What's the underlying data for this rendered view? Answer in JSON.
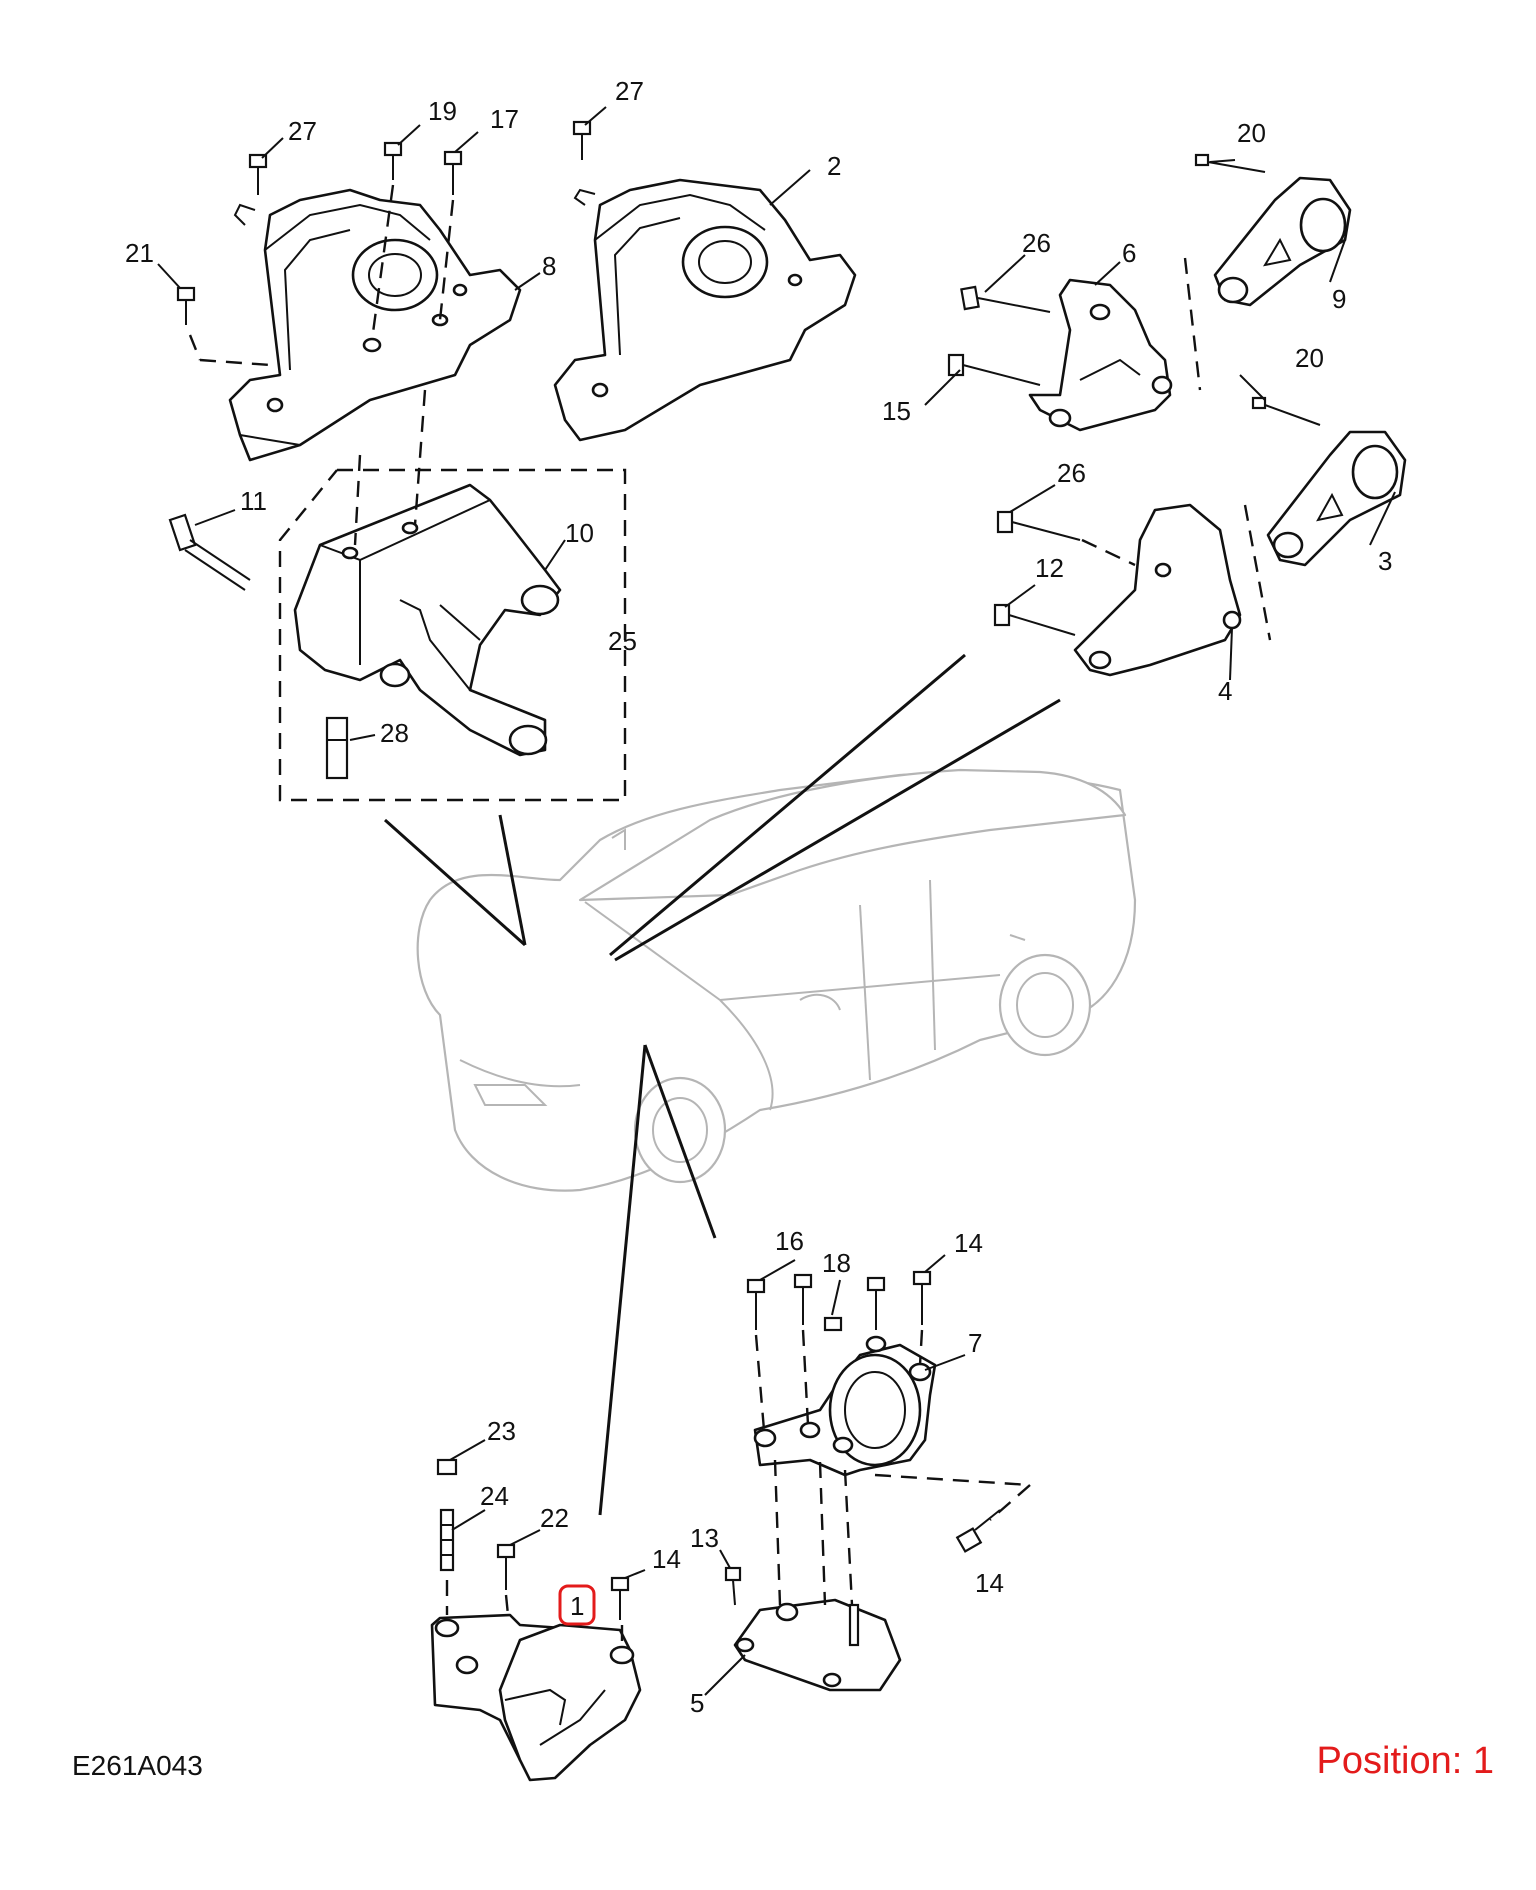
{
  "drawing": {
    "code": "E261A043",
    "position_label": "Position: 1",
    "highlight_color": "#e31b1b"
  },
  "callouts": [
    "1",
    "2",
    "3",
    "4",
    "5",
    "6",
    "7",
    "8",
    "9",
    "10",
    "11",
    "12",
    "13",
    "14",
    "14",
    "14",
    "14",
    "15",
    "16",
    "17",
    "18",
    "19",
    "20",
    "20",
    "21",
    "22",
    "23",
    "24",
    "25",
    "26",
    "26",
    "27",
    "27",
    "28"
  ]
}
